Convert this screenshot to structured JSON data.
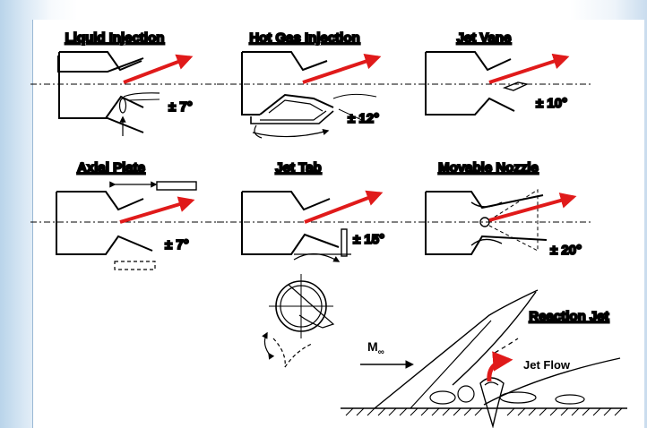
{
  "panels": [
    {
      "title": "Liquid Injection",
      "angle": "± 7°"
    },
    {
      "title": "Hot Gas Injection",
      "angle": "± 12°"
    },
    {
      "title": "Jet Vane",
      "angle": "± 10°"
    },
    {
      "title": "Axial Plate",
      "angle": "± 7°"
    },
    {
      "title": "Jet Tab",
      "angle": "± 15°"
    },
    {
      "title": "Movable Nozzle",
      "angle": "± 20°"
    }
  ],
  "reaction": {
    "title": "Reaction Jet",
    "mach_symbol": "M",
    "mach_subscript": "∞",
    "jet_flow": "Jet Flow"
  },
  "colors": {
    "arrow": "#e01a1a",
    "line": "#000000",
    "background": "#ffffff"
  }
}
